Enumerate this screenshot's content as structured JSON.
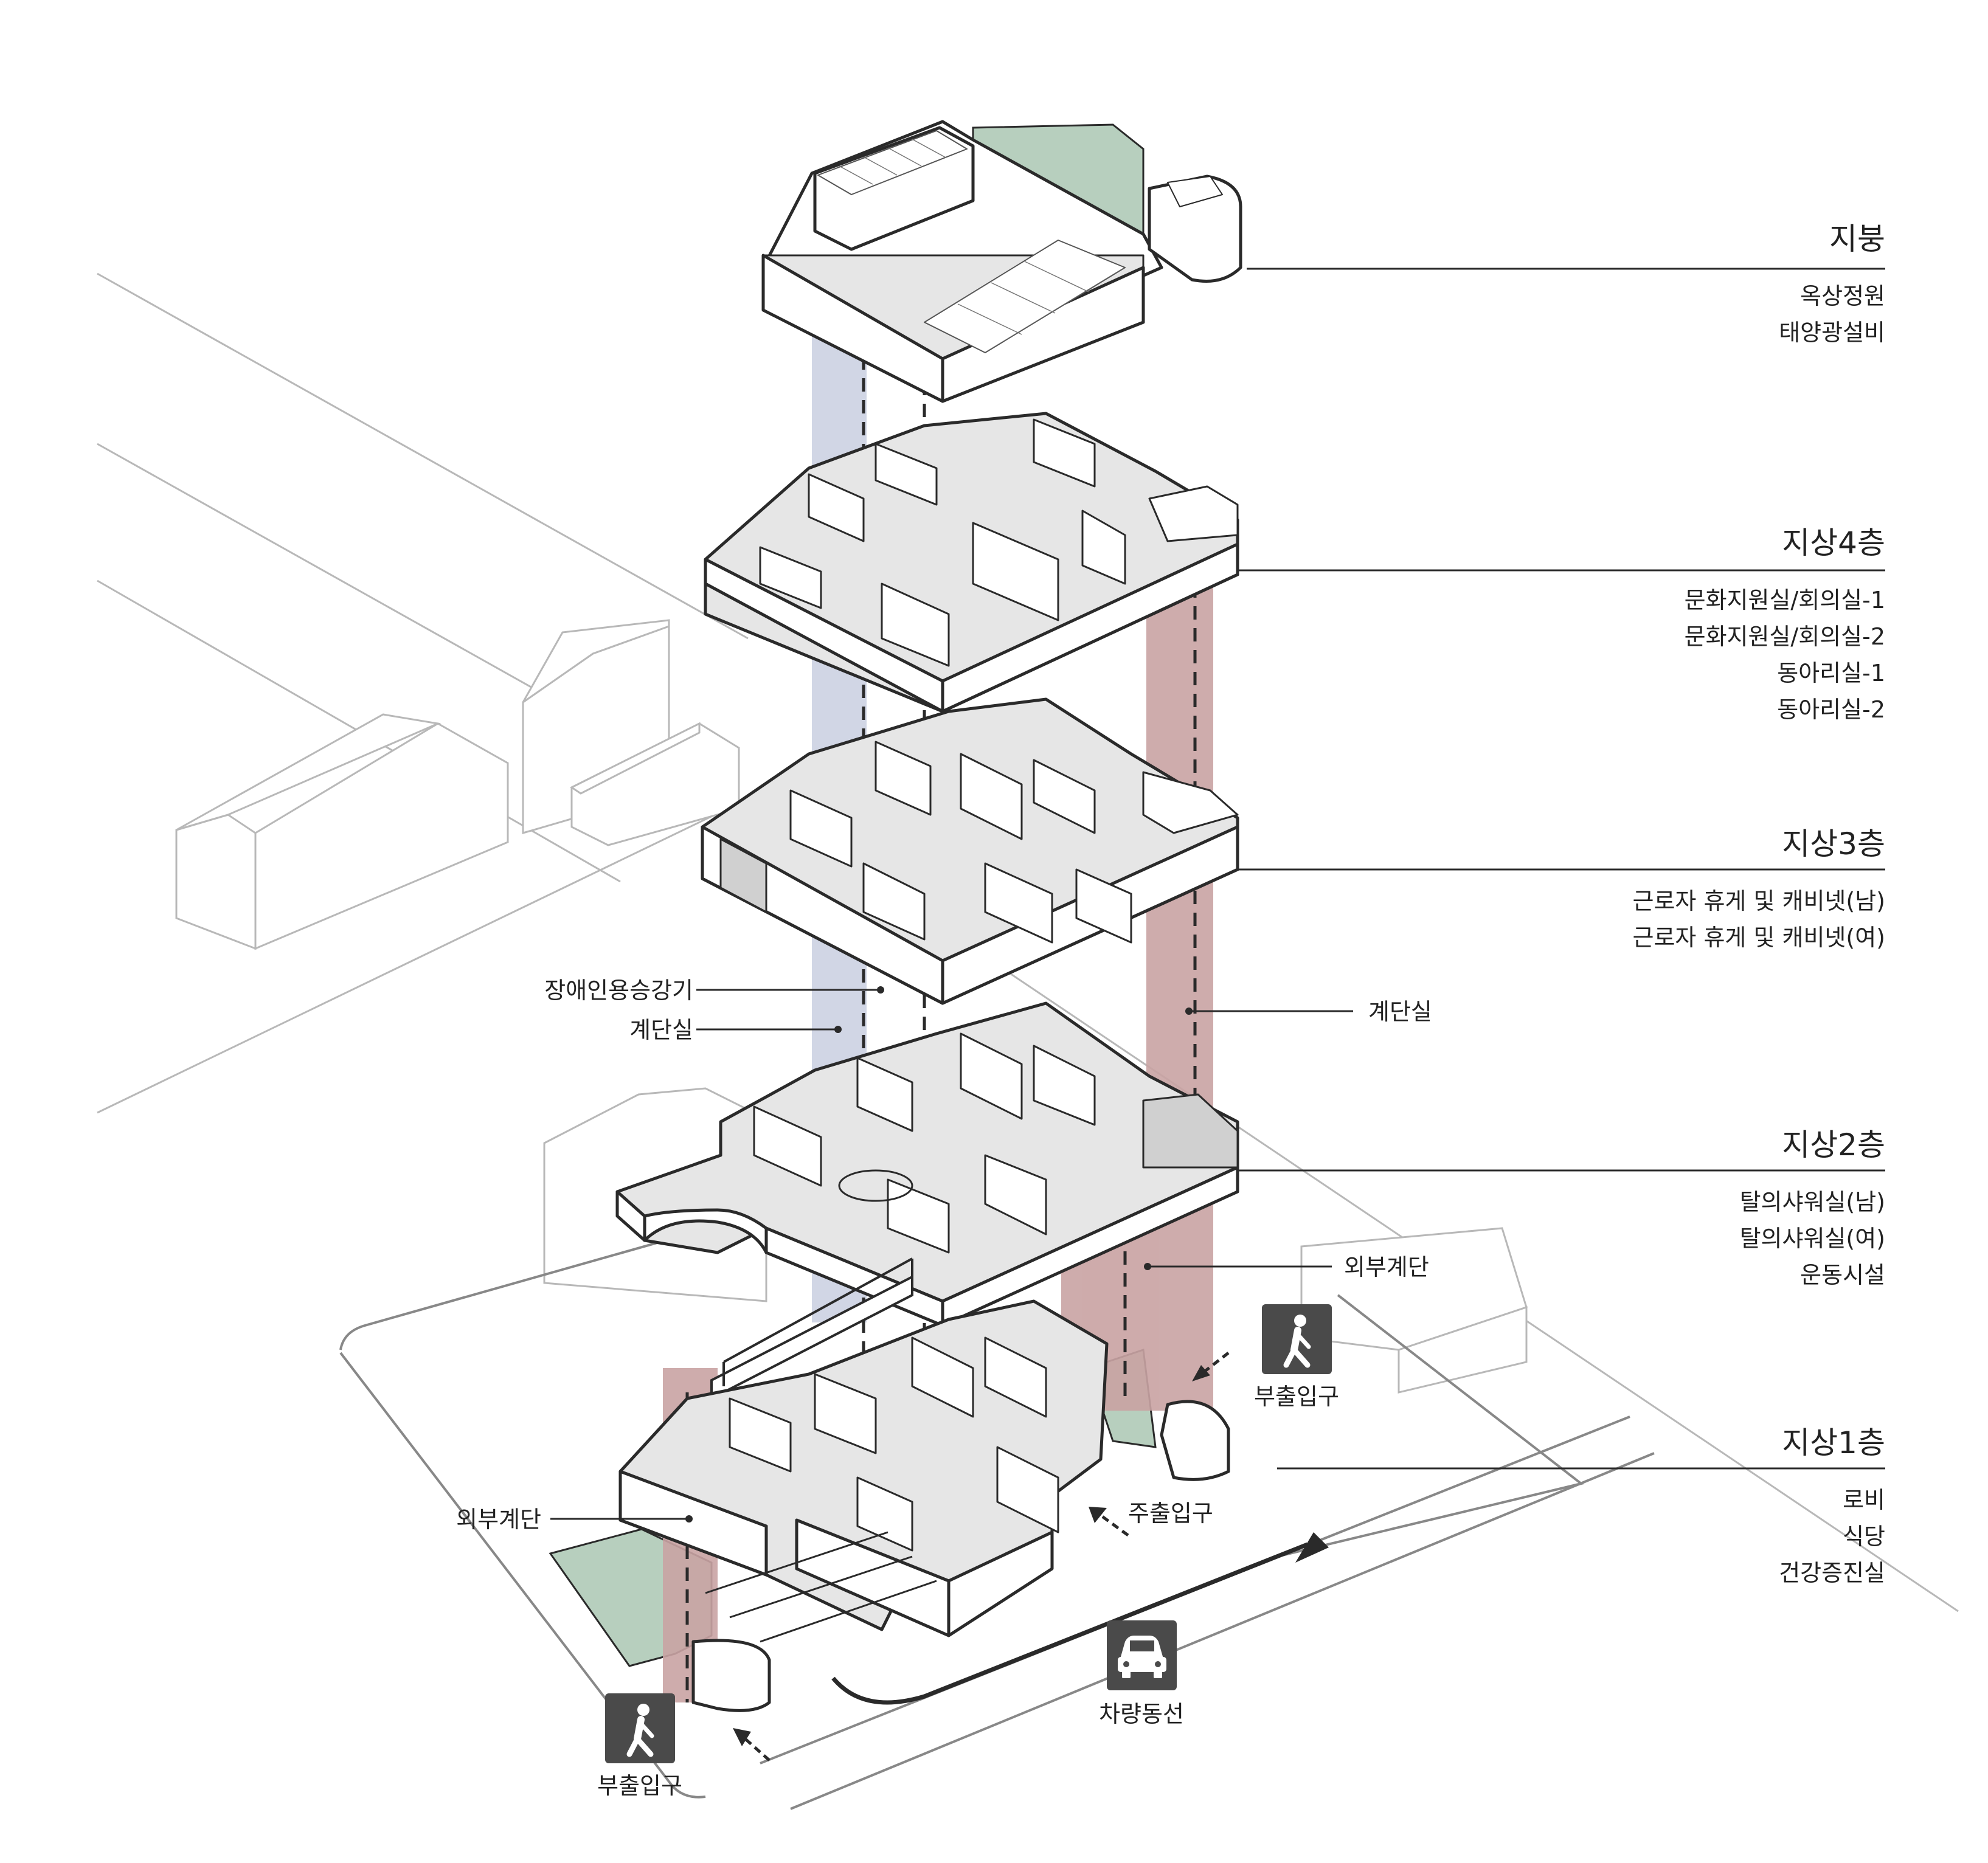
{
  "floors": [
    {
      "title": "지붕",
      "rooms": [
        "옥상정원",
        "태양광설비"
      ]
    },
    {
      "title": "지상4층",
      "rooms": [
        "문화지원실/회의실-1",
        "문화지원실/회의실-2",
        "동아리실-1",
        "동아리실-2"
      ]
    },
    {
      "title": "지상3층",
      "rooms": [
        "근로자 휴게 및 캐비넷(남)",
        "근로자 휴게 및 캐비넷(여)"
      ]
    },
    {
      "title": "지상2층",
      "rooms": [
        "탈의샤워실(남)",
        "탈의샤워실(여)",
        "운동시설"
      ]
    },
    {
      "title": "지상1층",
      "rooms": [
        "로비",
        "식당",
        "건강증진실"
      ]
    }
  ],
  "callouts": {
    "elevator": "장애인용승강기",
    "stair_left": "계단실",
    "stair_right": "계단실",
    "external_stair_upper": "외부계단",
    "external_stair_lower": "외부계단",
    "main_entrance": "주출입구"
  },
  "icons": {
    "pedestrian_right": {
      "icon": "pedestrian-icon",
      "label": "부출입구"
    },
    "pedestrian_bottom": {
      "icon": "pedestrian-icon",
      "label": "부출입구"
    },
    "vehicle": {
      "icon": "car-icon",
      "label": "차량동선"
    }
  },
  "colors": {
    "line": "#2a2a2a",
    "context_line": "#b8b8b8",
    "slab_fill": "#ffffff",
    "floor_fill": "#e6e6e6",
    "garden": "#b7cfbe",
    "elevator_band": "#c9cfe0",
    "stair_band": "#c9a3a3",
    "icon_bg": "#4a4a4a"
  }
}
